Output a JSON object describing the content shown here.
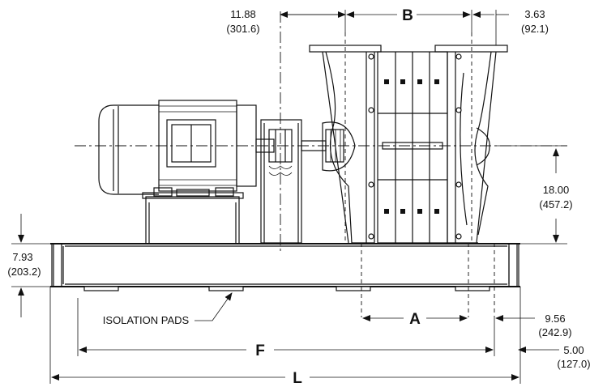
{
  "dimensions": {
    "top_left_in": "11.88",
    "top_left_mm": "(301.6)",
    "top_right_in": "3.63",
    "top_right_mm": "(92.1)",
    "right_height_in": "18.00",
    "right_height_mm": "(457.2)",
    "left_height_in": "7.93",
    "left_height_mm": "(203.2)",
    "a_right_in": "9.56",
    "a_right_mm": "(242.9)",
    "f_right_in": "5.00",
    "f_right_mm": "(127.0)"
  },
  "letters": {
    "b": "B",
    "a": "A",
    "f": "F",
    "l": "L"
  },
  "callouts": {
    "isolation_pads": "ISOLATION PADS"
  }
}
